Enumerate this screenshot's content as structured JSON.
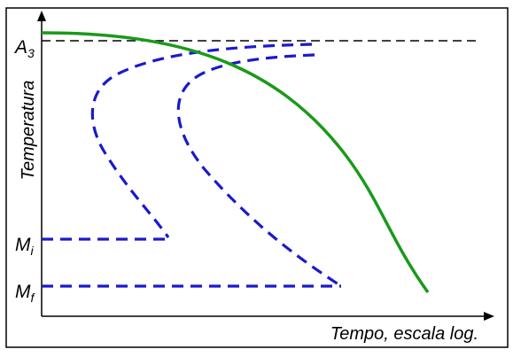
{
  "diagram": {
    "y_axis_label": "Temperatura",
    "x_axis_label": "Tempo, escala log.",
    "levels": [
      {
        "key": "A",
        "sub": "3"
      },
      {
        "key": "M",
        "sub": "i"
      },
      {
        "key": "M",
        "sub": "f"
      }
    ],
    "colors": {
      "frame": "#000000",
      "cooling_curve": "#1a9a1a",
      "transformation_curves": "#1a1acc",
      "a3_line": "#000000"
    }
  }
}
